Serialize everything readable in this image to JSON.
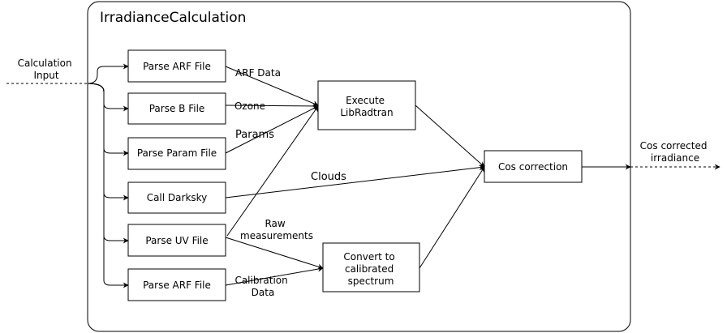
{
  "container": {
    "title": "IrradianceCalculation"
  },
  "io": {
    "input_label": [
      "Calculation",
      "Input"
    ],
    "output_label": [
      "Cos corrected",
      "irradiance"
    ]
  },
  "nodes": {
    "parse_arf_1": [
      "Parse ARF File"
    ],
    "parse_b": [
      "Parse B File"
    ],
    "parse_param": [
      "Parse Param File"
    ],
    "call_darksky": [
      "Call Darksky"
    ],
    "parse_uv": [
      "Parse UV File"
    ],
    "parse_arf_2": [
      "Parse ARF File"
    ],
    "execute_libradtran": [
      "Execute",
      "LibRadtran"
    ],
    "convert_calibrated": [
      "Convert to",
      "calibrated",
      "spectrum"
    ],
    "cos_correction": [
      "Cos correction"
    ]
  },
  "edge_labels": {
    "arf_data": [
      "ARF Data"
    ],
    "ozone": [
      "Ozone"
    ],
    "params": [
      "Params"
    ],
    "clouds": [
      "Clouds"
    ],
    "raw_measurements": [
      "Raw",
      "measurements"
    ],
    "calibration_data": [
      "Calibration",
      "Data"
    ]
  }
}
